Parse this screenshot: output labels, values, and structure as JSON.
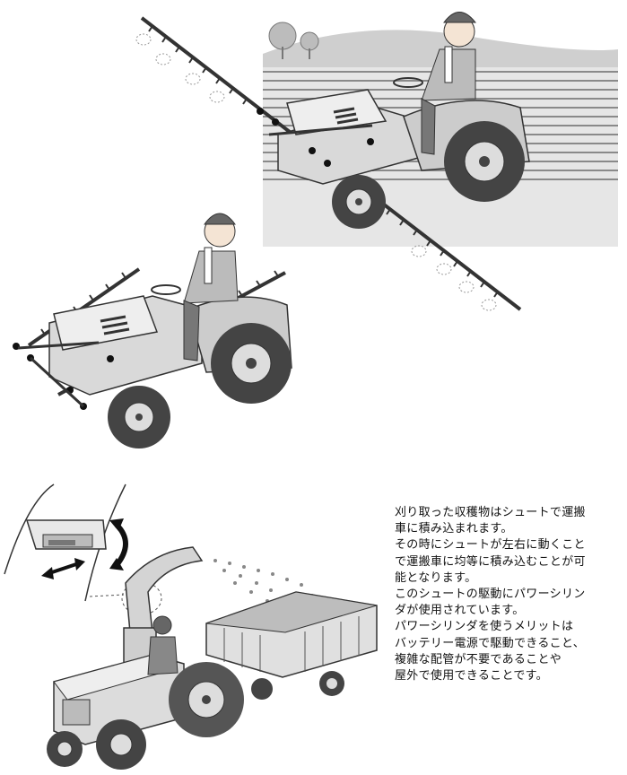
{
  "caption": {
    "lines": [
      "刈り取った収穫物はシュートで運搬",
      "車に積み込まれます。",
      "その時にシュートが左右に動くこと",
      "で運搬車に均等に積み込むことが可",
      "能となります。",
      "このシュートの駆動にパワーシリン",
      "ダが使用されています。",
      "パワーシリンダを使うメリットは",
      "バッテリー電源で駆動できること、",
      "複雑な配管が不要であることや",
      "屋外で使用できることです。"
    ]
  },
  "illustrations": {
    "top": "tractor-with-sprayer-boom-raised",
    "middle": "tractor-with-sprayer-boom-lowered",
    "bottom": "tractor-forage-harvester-with-wagon-and-chute"
  },
  "colors": {
    "dark": "#3a3a3a",
    "mid": "#9a9a9a",
    "light": "#d8d8d8",
    "field": "#bdbdbd"
  }
}
